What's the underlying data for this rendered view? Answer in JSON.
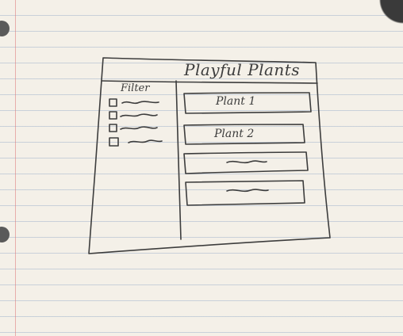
{
  "app": {
    "title": "Playful Plants"
  },
  "sidebar": {
    "filter_label": "Filter",
    "filters": [
      {
        "checked": false
      },
      {
        "checked": false
      },
      {
        "checked": false
      },
      {
        "checked": false
      }
    ]
  },
  "plant_list": {
    "items": [
      {
        "name": "Plant 1"
      },
      {
        "name": "Plant 2"
      },
      {
        "name": ""
      },
      {
        "name": ""
      }
    ]
  }
}
